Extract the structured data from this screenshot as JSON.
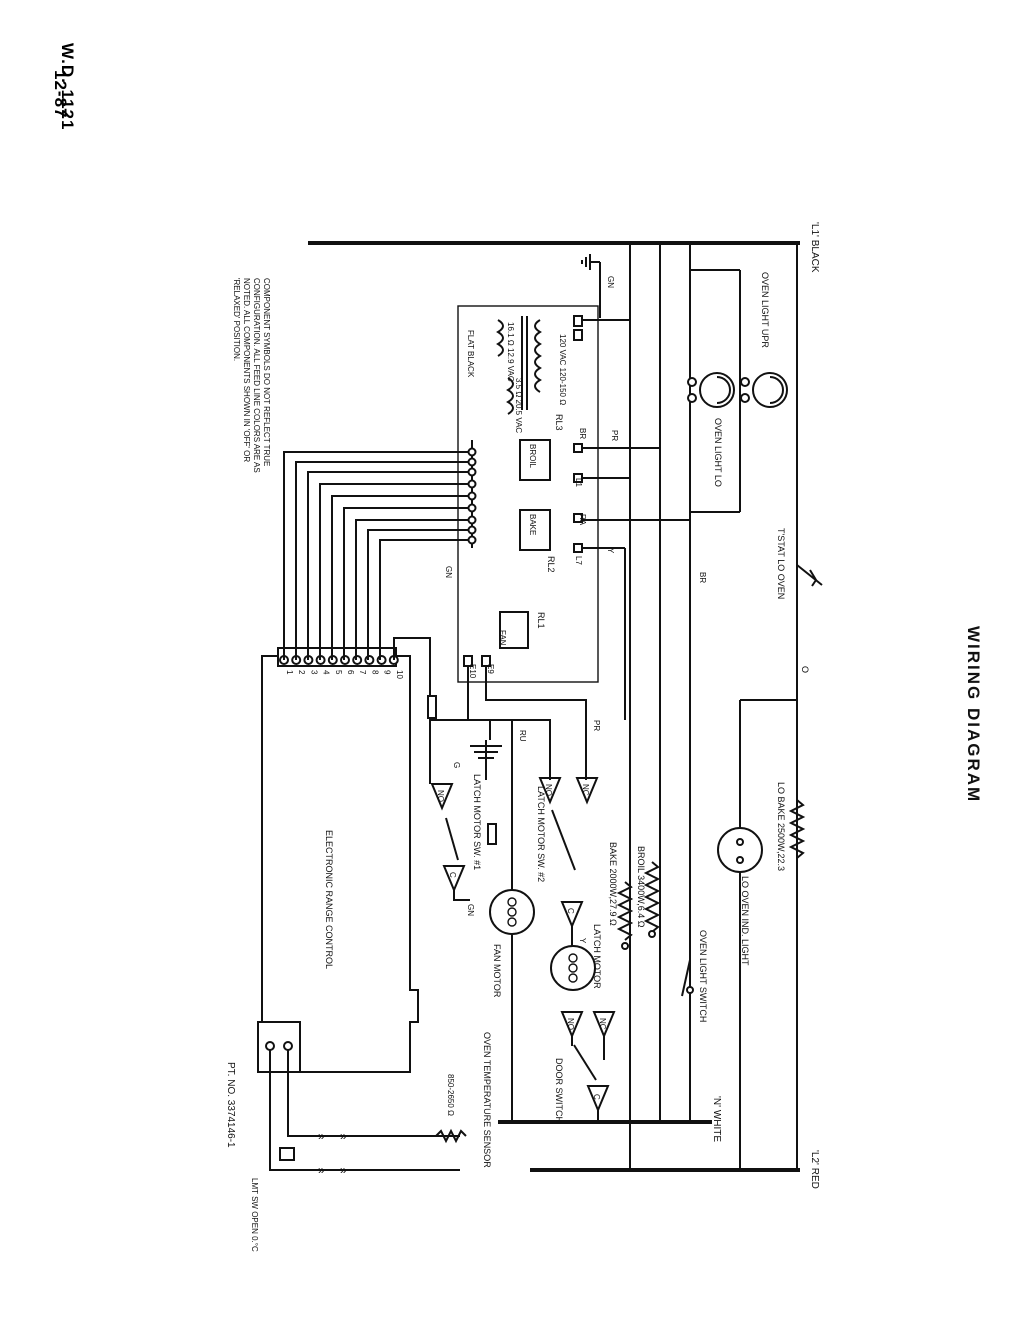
{
  "header": {
    "doc_number": "W.D. 1121",
    "date": "12-87",
    "title": "WIRING DIAGRAM"
  },
  "power": {
    "l1": "'L1' BLACK",
    "l2": "'L2' RED",
    "neutral": "'N' WHITE"
  },
  "components": {
    "oven_light_upr": "OVEN LIGHT UPR",
    "oven_light_lo": "OVEN LIGHT LO",
    "tstat": "T'STAT LO OVEN",
    "lo_bake": "LO BAKE 2500W,22.3",
    "lo_oven_ind": "LO OVEN IND. LIGHT",
    "oven_light_switch": "OVEN LIGHT SWITCH",
    "broil": "BROIL 3400W,6.4 Ω",
    "bake": "BAKE 2000W,27.9 Ω",
    "latch_motor": "LATCH MOTOR",
    "door_switch": "DOOR SWITCH",
    "latch_sw2": "LATCH MOTOR SW. #2",
    "fan_motor": "FAN MOTOR",
    "latch_sw1": "LATCH MOTOR SW. #1",
    "erc": "ELECTRONIC RANGE CONTROL",
    "sensor": "OVEN TEMPERATURE SENSOR",
    "sensor_res": "850-2650 Ω",
    "lmt_sw": "LMT SW OPEN 0.°C",
    "part_no": "PT. NO. 3374146-1",
    "xfmr_primary": "120 VAC 120-150 Ω",
    "xfmr_sec1": "16.1 Ω 12.9 VAC",
    "xfmr_sec2": "3.5 Ω 20.5 VAC",
    "flat_black": "FLAT BLACK",
    "rl1": "RL1",
    "rl2": "RL2",
    "rl3": "RL3",
    "broil_relay": "BROIL",
    "bake_relay": "BAKE",
    "fan_relay": "FAN",
    "gnd": "GN",
    "gnd2": "G"
  },
  "wire_labels": {
    "br": "BR",
    "pr": "PR",
    "ra": "RA",
    "y": "Y",
    "o": "O",
    "gn": "GN",
    "ru": "RU",
    "pr2": "PR",
    "br2": "BR",
    "l7": "L7",
    "l1t": "L1",
    "e9": "E9",
    "e10": "E10",
    "y2": "Y",
    "g2": "G"
  },
  "switch_terms": {
    "no": "NO",
    "nc": "NC",
    "c": "C"
  },
  "connector_pins": [
    "1",
    "2",
    "3",
    "4",
    "5",
    "6",
    "7",
    "8",
    "9",
    "10"
  ],
  "note": "COMPONENT SYMBOLS DO NOT REFLECT TRUE CONFIGURATION. ALL FEED LINE COLORS ARE AS NOTED. ALL COMPONENTS SHOWN IN 'OFF' OR 'RELAXED' POSITION."
}
